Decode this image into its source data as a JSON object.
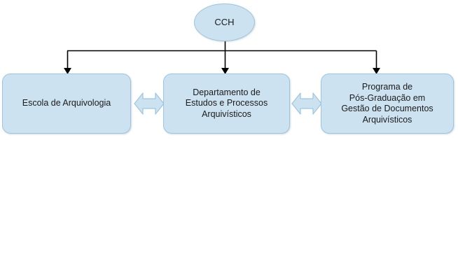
{
  "diagram": {
    "type": "organizational-hierarchy",
    "root": {
      "id": "cch",
      "label": "CCH",
      "shape": "ellipse"
    },
    "children": [
      {
        "id": "escola",
        "label": "Escola de Arquivologia",
        "shape": "rounded-rectangle"
      },
      {
        "id": "departamento",
        "label": "Departamento de\nEstudos e Processos\nArquivísticos",
        "shape": "rounded-rectangle"
      },
      {
        "id": "programa",
        "label": "Programa de\nPós-Graduação em\nGestão de Documentos\nArquivísticos",
        "shape": "rounded-rectangle"
      }
    ],
    "connectors": {
      "hierarchy": {
        "style": "elbow-bus-with-arrowheads",
        "direction": "top-down",
        "color": "#000000"
      },
      "lateral": [
        {
          "from": "escola",
          "to": "departamento",
          "style": "double-headed-block-arrow"
        },
        {
          "from": "departamento",
          "to": "programa",
          "style": "double-headed-block-arrow"
        }
      ]
    },
    "colors": {
      "node_fill": "#cde2f1",
      "node_border": "#9ec5dd",
      "connector": "#000000",
      "background": "#ffffff",
      "text": "#1a1a1a"
    }
  }
}
